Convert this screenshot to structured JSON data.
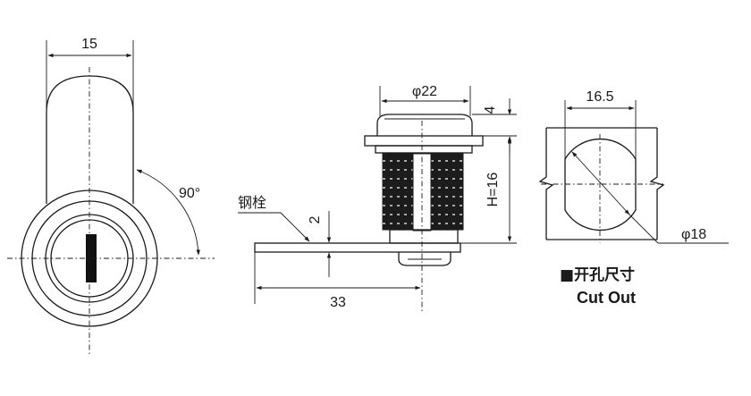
{
  "labels": {
    "width_top": "15",
    "rotation_angle": "90°",
    "diameter_cap": "φ22",
    "cap_height": "4",
    "total_height": "H=16",
    "cam_material": "钢栓",
    "cam_thickness": "2",
    "cam_length": "33",
    "cutout_width": "16.5",
    "cutout_diameter": "φ18",
    "cutout_title_cn": "■开孔尺寸",
    "cutout_title_en": "Cut Out"
  },
  "colors": {
    "line": "#1a1a1a",
    "thread": "#1c1c1c",
    "background": "#ffffff"
  }
}
